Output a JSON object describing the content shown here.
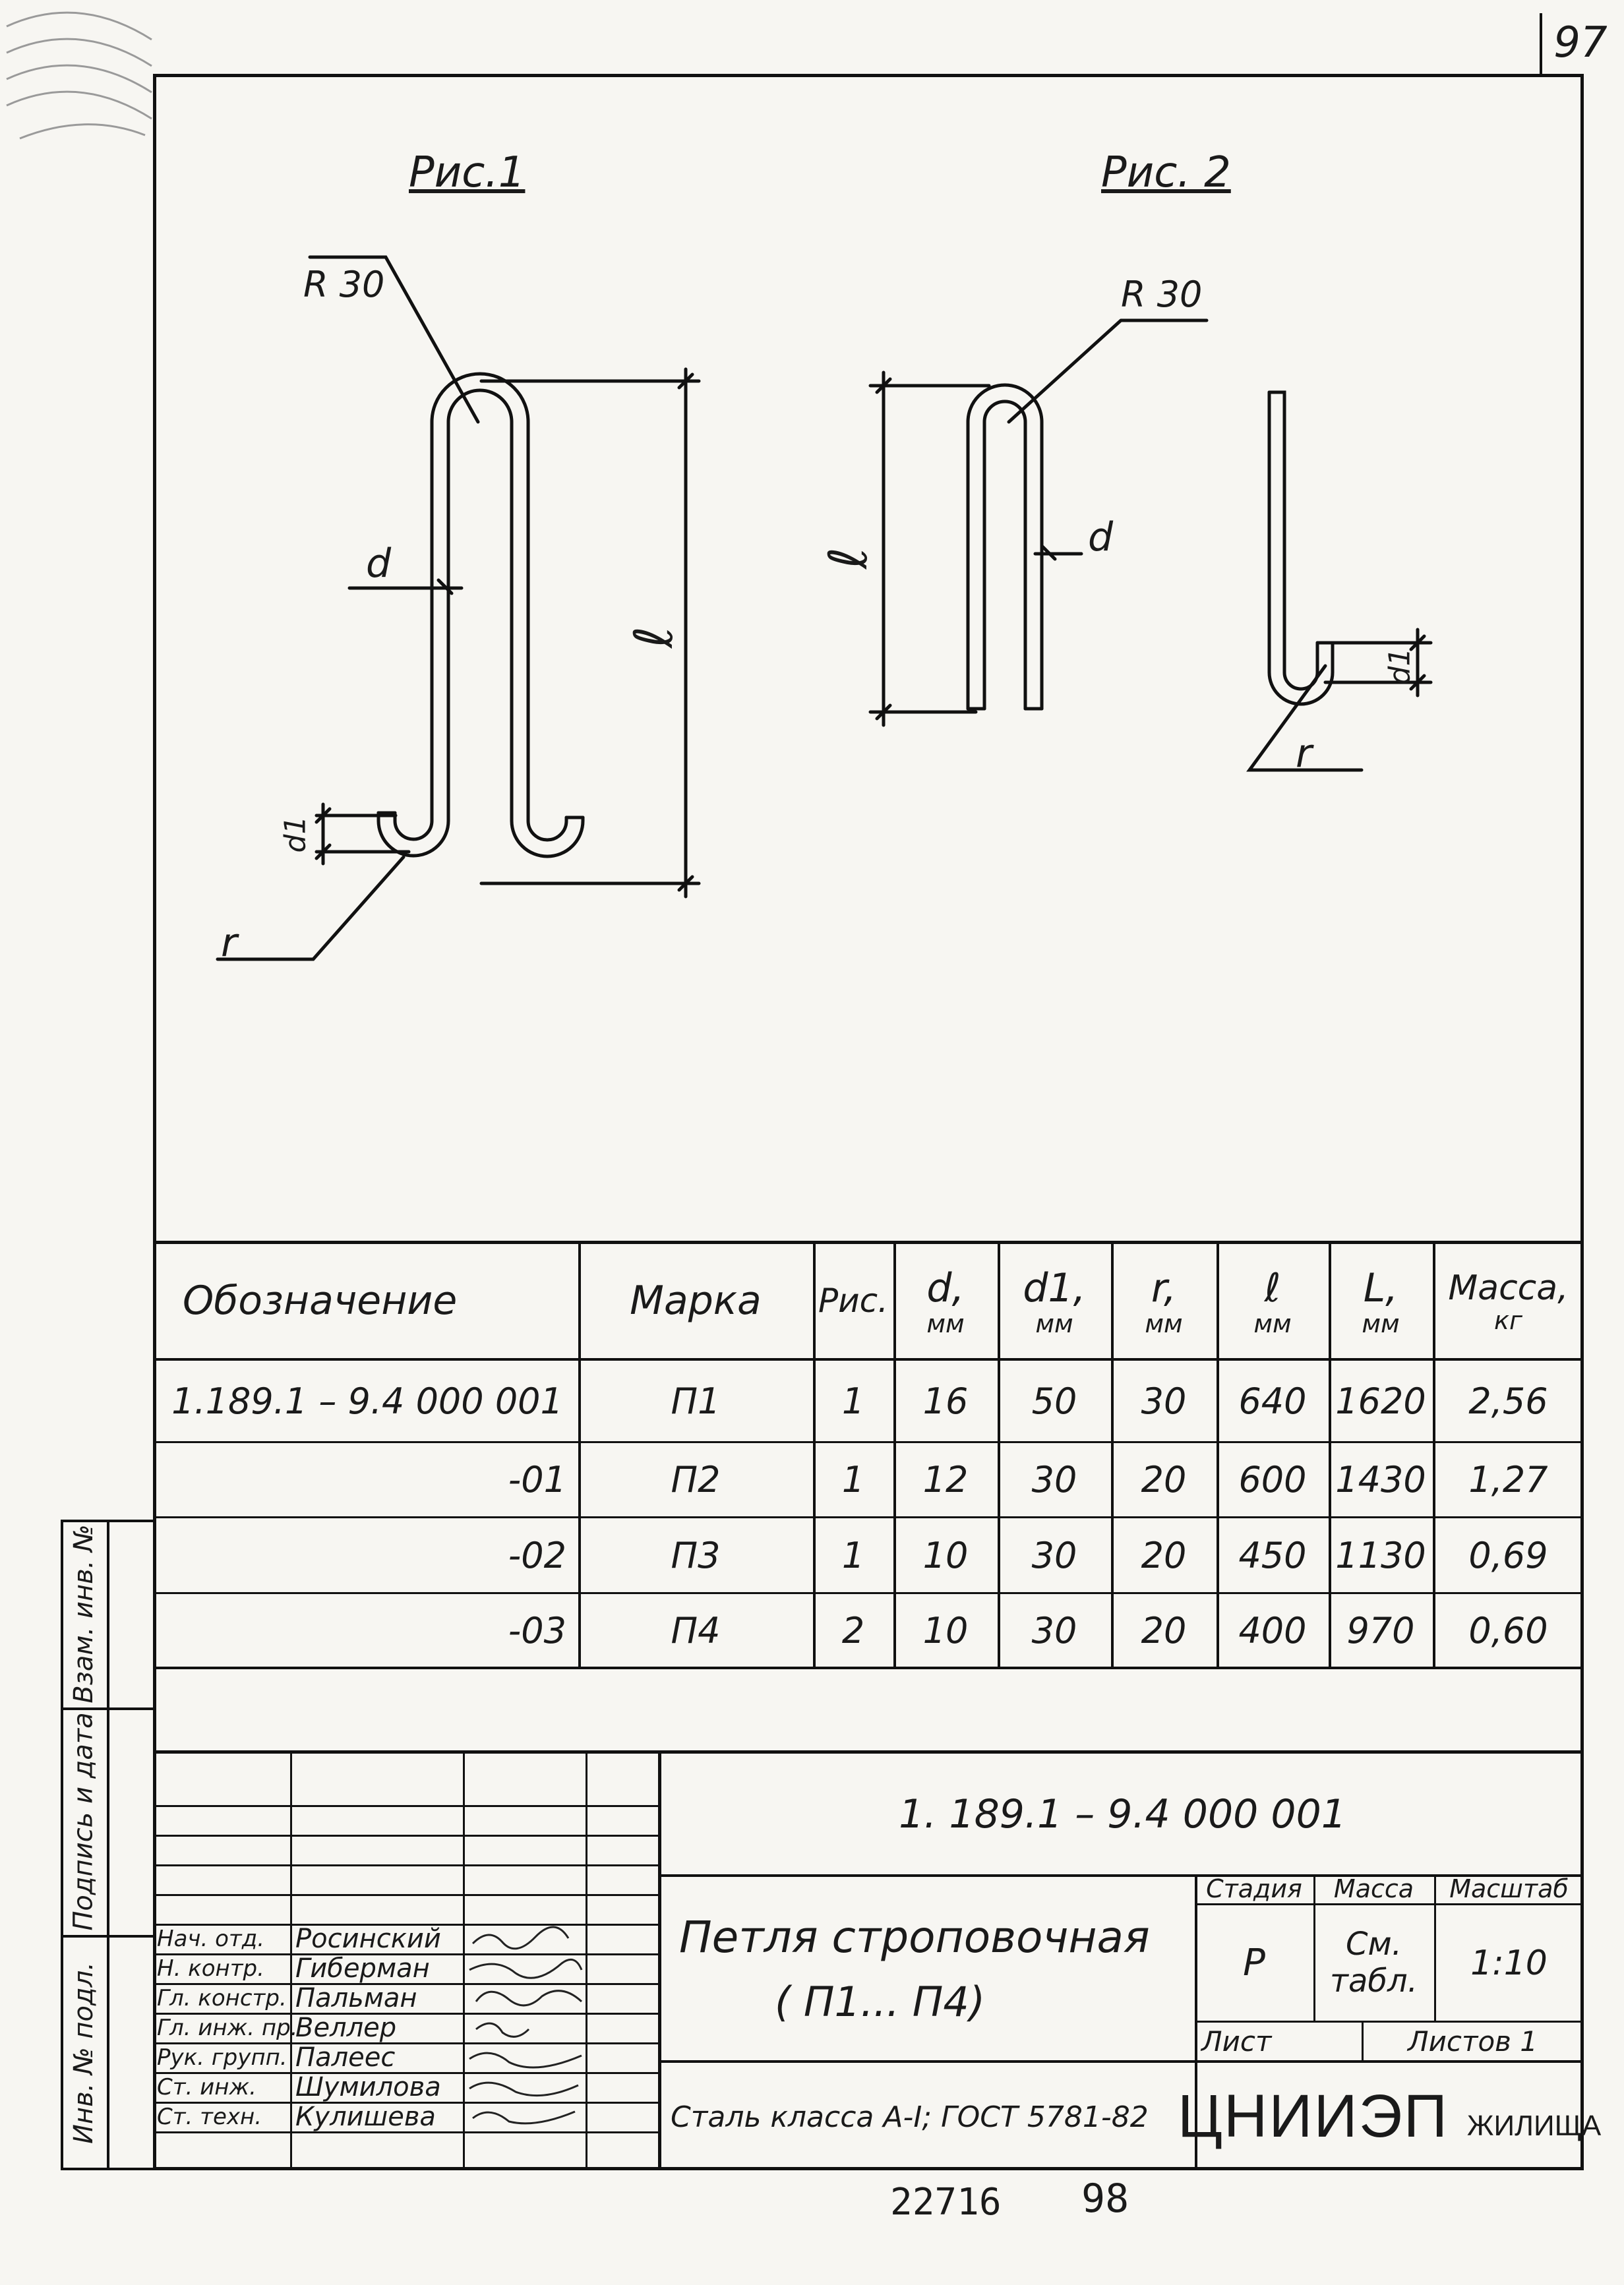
{
  "page_number": "97",
  "figures": {
    "fig1": {
      "title": "Рис.1",
      "labels": {
        "radius": "R 30",
        "d": "d",
        "l": "ℓ",
        "d1": "d1",
        "r": "r"
      }
    },
    "fig2": {
      "title": "Рис. 2",
      "labels": {
        "radius": "R 30",
        "d": "d",
        "l": "ℓ",
        "d1": "d1",
        "r": "r"
      }
    }
  },
  "spec_table": {
    "headers": {
      "designation": "Обозначение",
      "mark": "Марка",
      "fig": "Рис.",
      "d": "d,",
      "d_unit": "мм",
      "d1": "d1,",
      "d1_unit": "мм",
      "r": "r,",
      "r_unit": "мм",
      "l": "ℓ",
      "l_unit": "мм",
      "L": "L,",
      "L_unit": "мм",
      "mass": "Масса,",
      "mass_unit": "кг"
    },
    "rows": [
      {
        "designation": "1.189.1 – 9.4 000 001",
        "mark": "П1",
        "fig": "1",
        "d": "16",
        "d1": "50",
        "r": "30",
        "l": "640",
        "L": "1620",
        "mass": "2,56"
      },
      {
        "designation": "-01",
        "mark": "П2",
        "fig": "1",
        "d": "12",
        "d1": "30",
        "r": "20",
        "l": "600",
        "L": "1430",
        "mass": "1,27"
      },
      {
        "designation": "-02",
        "mark": "П3",
        "fig": "1",
        "d": "10",
        "d1": "30",
        "r": "20",
        "l": "450",
        "L": "1130",
        "mass": "0,69"
      },
      {
        "designation": "-03",
        "mark": "П4",
        "fig": "2",
        "d": "10",
        "d1": "30",
        "r": "20",
        "l": "400",
        "L": "970",
        "mass": "0,60"
      }
    ]
  },
  "side_labels": {
    "vzam": "Взам. инв. №",
    "podpis": "Подпись и дата",
    "inv": "Инв. № подл."
  },
  "title_block": {
    "doc_code": "1. 189.1 – 9.4   000 001",
    "name_line1": "Петля строповочная",
    "name_line2": "( П1... П4)",
    "material": "Сталь класса А-I; ГОСТ 5781-82",
    "stage_label": "Стадия",
    "mass_label": "Масса",
    "scale_label": "Масштаб",
    "stage_value": "Р",
    "mass_value_1": "См.",
    "mass_value_2": "табл.",
    "scale_value": "1:10",
    "sheet_label": "Лист",
    "sheets_label": "Листов 1",
    "org_main": "ЦНИИЭП",
    "org_sub": "ЖИЛИЩА",
    "staff": [
      {
        "role": "Нач. отд.",
        "name": "Росинский"
      },
      {
        "role": "Н. контр.",
        "name": "Гиберман"
      },
      {
        "role": "Гл. констр.",
        "name": "Пальман"
      },
      {
        "role": "Гл. инж. пр.",
        "name": "Веллер"
      },
      {
        "role": "Рук. групп.",
        "name": "Палеес"
      },
      {
        "role": "Ст. инж.",
        "name": "Шумилова"
      },
      {
        "role": "Ст. техн.",
        "name": "Кулишева"
      }
    ]
  },
  "footer": {
    "number": "22716",
    "page": "98"
  }
}
